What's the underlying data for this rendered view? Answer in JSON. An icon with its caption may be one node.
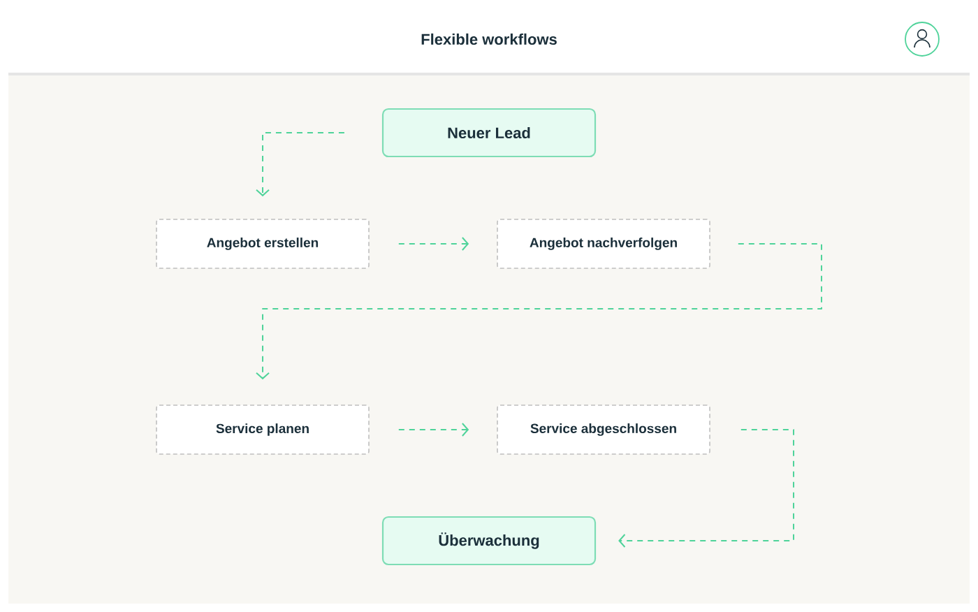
{
  "diagram": {
    "title": "Flexible workflows",
    "nodes": [
      {
        "text": [
          "Neuer Lead"
        ]
      },
      {
        "text": [
          "Angebot erstellen"
        ]
      },
      {
        "text": [
          "Angebot nachverfolgen"
        ]
      },
      {
        "text": [
          "Service planen"
        ]
      },
      {
        "text": [
          "Service abgeschlossen"
        ]
      },
      {
        "text": [
          "Überwachung"
        ]
      }
    ],
    "edges": [
      {
        "from": 0,
        "to": 1,
        "arrow": "to",
        "style": "dashed"
      },
      {
        "from": 1,
        "to": 2,
        "arrow": "to",
        "style": "dashed"
      },
      {
        "from": 2,
        "to": 3,
        "arrow": "to",
        "style": "dashed"
      },
      {
        "from": 3,
        "to": 4,
        "arrow": "to",
        "style": "dashed"
      },
      {
        "from": 4,
        "to": 5,
        "arrow": "to",
        "style": "dashed"
      }
    ]
  }
}
